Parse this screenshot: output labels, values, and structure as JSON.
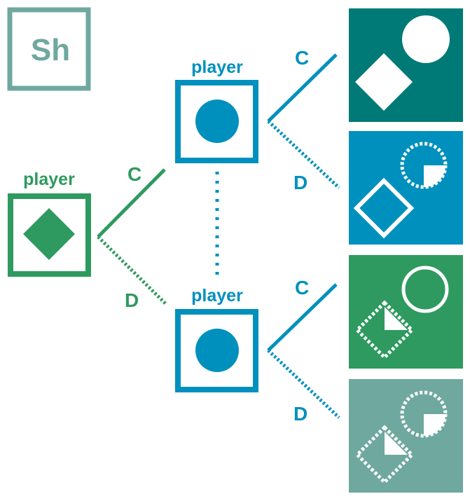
{
  "logo": {
    "text": "Sh",
    "color": "#6FA89F"
  },
  "colors": {
    "green": "#2E9A5F",
    "blue": "#0090BE",
    "teal": "#007A76",
    "gray_teal": "#6FA89F",
    "white": "#FFFFFF"
  },
  "nodes": {
    "first_player": {
      "label": "player",
      "shape": "diamond",
      "color": "#2E9A5F"
    },
    "second_player_top": {
      "label": "player",
      "shape": "circle",
      "color": "#0090BE"
    },
    "second_player_bottom": {
      "label": "player",
      "shape": "circle",
      "color": "#0090BE"
    }
  },
  "branches": {
    "first_c": "C",
    "first_d": "D",
    "top_c": "C",
    "top_d": "D",
    "bottom_c": "C",
    "bottom_d": "D"
  },
  "outcomes": [
    {
      "id": "CC",
      "color": "#007A76",
      "diamond": "solid",
      "circle": "solid"
    },
    {
      "id": "CD",
      "color": "#0090BE",
      "diamond": "outline",
      "circle": "dotted-notched"
    },
    {
      "id": "DC",
      "color": "#2E9A5F",
      "diamond": "dotted-notched",
      "circle": "outline"
    },
    {
      "id": "DD",
      "color": "#6FA89F",
      "diamond": "dotted-notched",
      "circle": "dotted-notched"
    }
  ]
}
